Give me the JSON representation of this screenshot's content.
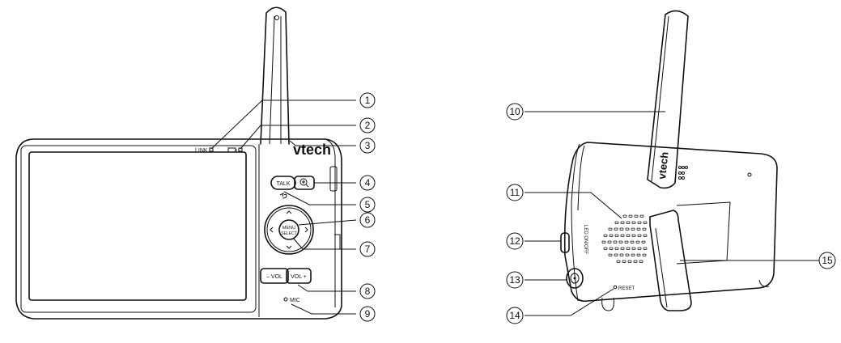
{
  "device": {
    "brand": "vtech",
    "front": {
      "link_label": "LINK",
      "talk_label": "TALK",
      "menu_label": "MENU",
      "select_label": "SELECT",
      "vol_minus_label": "– VOL",
      "vol_plus_label": "VOL +",
      "mic_label": "MIC"
    },
    "back": {
      "led_on_off_label": "LED ON/OFF",
      "reset_label": "RESET"
    }
  },
  "callouts": [
    {
      "id": "1",
      "label": "①"
    },
    {
      "id": "2",
      "label": "②"
    },
    {
      "id": "3",
      "label": "③"
    },
    {
      "id": "4",
      "label": "④"
    },
    {
      "id": "5",
      "label": "⑤"
    },
    {
      "id": "6",
      "label": "⑥"
    },
    {
      "id": "7",
      "label": "⑦"
    },
    {
      "id": "8",
      "label": "⑧"
    },
    {
      "id": "9",
      "label": "⑨"
    },
    {
      "id": "10",
      "label": "⑩"
    },
    {
      "id": "11",
      "label": "⑪"
    },
    {
      "id": "12",
      "label": "⑫"
    },
    {
      "id": "13",
      "label": "⑬"
    },
    {
      "id": "14",
      "label": "⑭"
    },
    {
      "id": "15",
      "label": "⑮"
    }
  ]
}
